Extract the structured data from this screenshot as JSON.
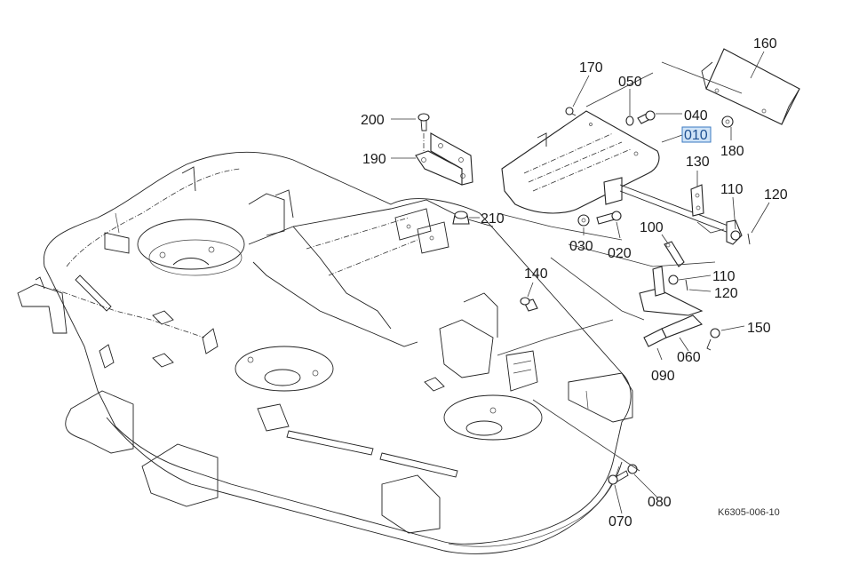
{
  "diagram": {
    "title_code": "K6305-006-10",
    "selected_part": "010",
    "highlight_color": "#cfe3f7",
    "highlight_border": "#3a78c2",
    "callouts": [
      {
        "id": "160",
        "label": "160",
        "part": "deflector-cover"
      },
      {
        "id": "170",
        "label": "170",
        "part": "bolt"
      },
      {
        "id": "050",
        "label": "050",
        "part": "spring-washer"
      },
      {
        "id": "040",
        "label": "040",
        "part": "bolt"
      },
      {
        "id": "010",
        "label": "010",
        "part": "discharge-shield"
      },
      {
        "id": "180",
        "label": "180",
        "part": "nut"
      },
      {
        "id": "200",
        "label": "200",
        "part": "screw"
      },
      {
        "id": "190",
        "label": "190",
        "part": "bracket"
      },
      {
        "id": "210",
        "label": "210",
        "part": "grommet"
      },
      {
        "id": "130",
        "label": "130",
        "part": "holder"
      },
      {
        "id": "110a",
        "label": "110",
        "part": "washer"
      },
      {
        "id": "120a",
        "label": "120",
        "part": "pin"
      },
      {
        "id": "100",
        "label": "100",
        "part": "link"
      },
      {
        "id": "030",
        "label": "030",
        "part": "nut"
      },
      {
        "id": "020",
        "label": "020",
        "part": "bolt"
      },
      {
        "id": "140",
        "label": "140",
        "part": "bolt"
      },
      {
        "id": "110b",
        "label": "110",
        "part": "washer"
      },
      {
        "id": "120b",
        "label": "120",
        "part": "pin"
      },
      {
        "id": "150",
        "label": "150",
        "part": "spring"
      },
      {
        "id": "060",
        "label": "060",
        "part": "lever"
      },
      {
        "id": "090",
        "label": "090",
        "part": "grip"
      },
      {
        "id": "070",
        "label": "070",
        "part": "bolt"
      },
      {
        "id": "080",
        "label": "080",
        "part": "washer"
      }
    ]
  }
}
